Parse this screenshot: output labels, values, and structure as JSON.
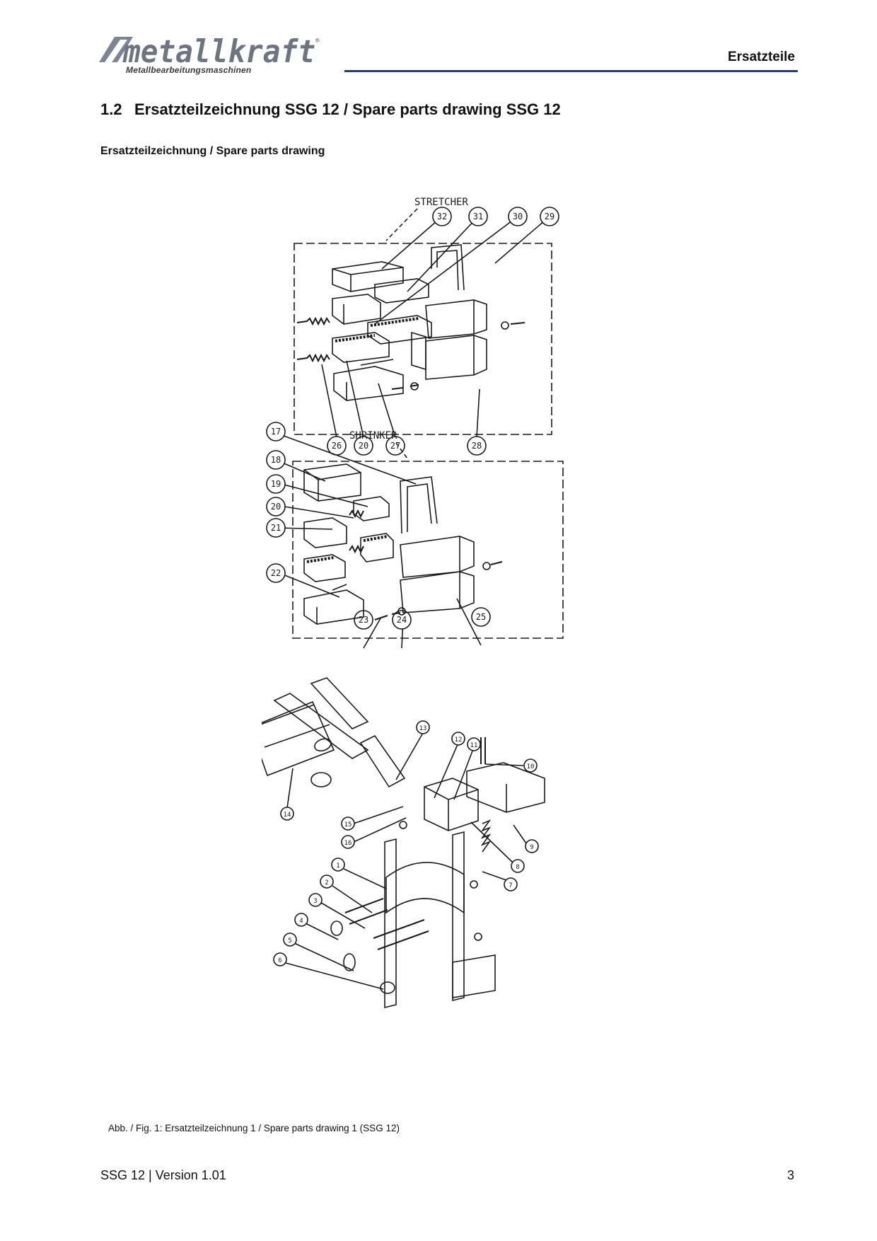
{
  "header": {
    "brand": "metallkraft",
    "brand_tagline": "Metallbearbeitungsmaschinen",
    "section": "Ersatzteile",
    "accent_color": "#1f3d8c"
  },
  "section": {
    "number": "1.2",
    "title": "Ersatzteilzeichnung SSG 12 / Spare parts drawing SSG 12"
  },
  "subheading": "Ersatzteilzeichnung  / Spare parts drawing",
  "drawing": {
    "stretcher_label": "STRETCHER",
    "shrinker_label": "SHRINKER",
    "stretcher_callouts": [
      "32",
      "31",
      "30",
      "29",
      "26",
      "20",
      "27",
      "28"
    ],
    "shrinker_callouts": [
      "17",
      "18",
      "19",
      "20",
      "21",
      "22",
      "23",
      "24",
      "25"
    ],
    "base_callouts": [
      "13",
      "12",
      "11",
      "10",
      "14",
      "15",
      "16",
      "9",
      "8",
      "7",
      "1",
      "2",
      "3",
      "4",
      "5",
      "6"
    ]
  },
  "caption": "Abb. / Fig. 1: Ersatzteilzeichnung 1 / Spare parts drawing 1 (SSG 12)",
  "footer": {
    "document": "SSG 12 | Version 1.01",
    "page": "3"
  }
}
